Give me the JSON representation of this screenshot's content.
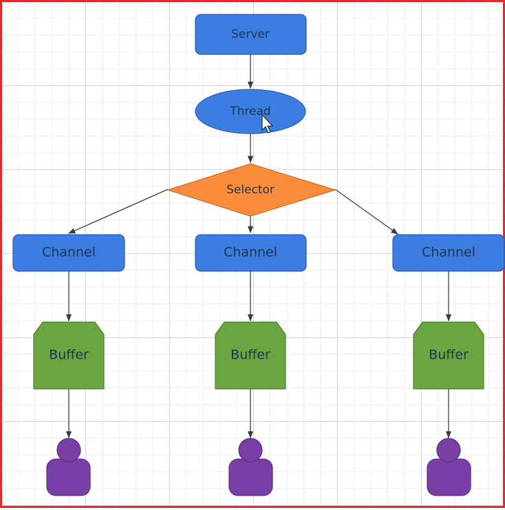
{
  "diagram": {
    "server": "Server",
    "thread": "Thread",
    "selector": "Selector",
    "channels": [
      "Channel",
      "Channel",
      "Channel"
    ],
    "buffers": [
      "Buffer",
      "Buffer",
      "Buffer"
    ],
    "clients": [
      "user-icon",
      "user-icon",
      "user-icon"
    ]
  },
  "colors": {
    "blue": "#3b7de0",
    "blue_border": "#2a5aa8",
    "orange": "#fb8c3a",
    "orange_border": "#c8672a",
    "green": "#6aa542",
    "green_border": "#4d7d2d",
    "purple": "#7a3fa6",
    "purple_border": "#5a2c7c",
    "frame": "#e8262b"
  }
}
